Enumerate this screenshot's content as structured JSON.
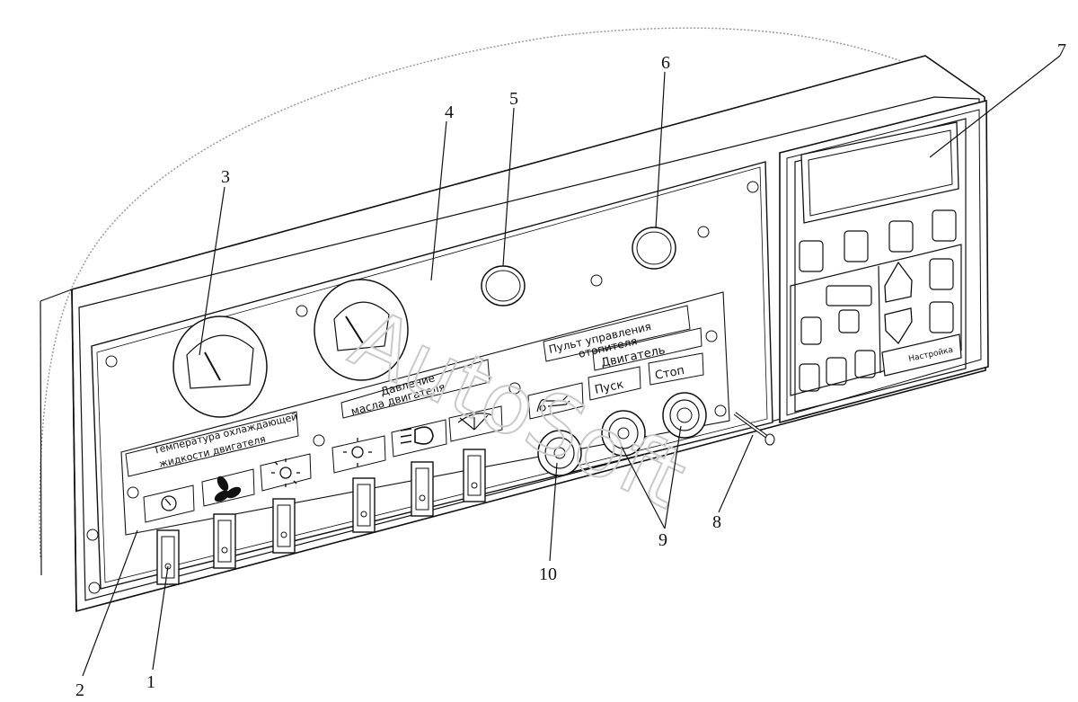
{
  "labels": {
    "coolant_temp_line1": "Температура охлаждающей",
    "coolant_temp_line2": "жидкости двигателя",
    "oil_pressure_line1": "Давление",
    "oil_pressure_line2": "масла двигателя",
    "heater_control_line1": "Пульт управления",
    "heater_control_line2": "отопителя",
    "engine": "Двигатель",
    "start": "Пуск",
    "stop": "Стоп",
    "display_unit_key": "Настройка"
  },
  "watermark": "AutoSoft",
  "callouts": {
    "c1": "1",
    "c2": "2",
    "c3": "3",
    "c4": "4",
    "c5": "5",
    "c6": "6",
    "c7": "7",
    "c8": "8",
    "c9": "9",
    "c10": "10"
  }
}
